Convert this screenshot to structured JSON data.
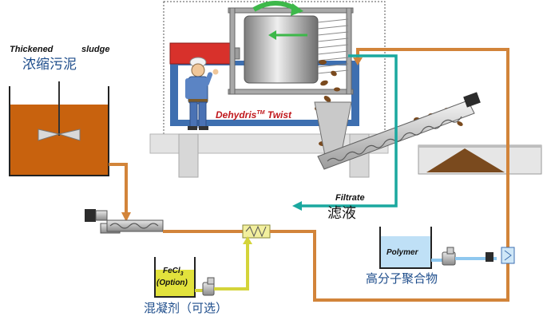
{
  "labels": {
    "thickened_sludge_word1": "Thickened",
    "thickened_sludge_word2": "sludge",
    "thickened_sludge_cn": "浓缩污泥",
    "machine_name": "Dehydris",
    "machine_tm": "TM",
    "machine_suffix": "Twist",
    "filtrate_en": "Filtrate",
    "filtrate_cn": "滤液",
    "polymer_en": "Polymer",
    "polymer_cn": "高分子聚合物",
    "fecl_formula": "FeCl",
    "fecl_subscript": "3",
    "fecl_option": "(Option)",
    "coagulant_cn": "混凝剂（可选）"
  },
  "colors": {
    "sludge": "#c8620e",
    "sludge_pipe": "#d2843a",
    "filtrate_pipe": "#1aa89f",
    "fecl_liquid": "#e2e23c",
    "fecl_pipe": "#d4d43a",
    "polymer_liquid": "#bfe0f6",
    "polymer_pipe": "#8fc8ef",
    "frame_blue": "#3e6fb0",
    "press_red": "#d8312b",
    "solids_brown": "#7a4a1e",
    "arrow_green": "#3db84a",
    "label_blue": "#1f4e8c"
  },
  "icons": [
    "mixer-icon",
    "pump-icon",
    "static-mixer-icon",
    "dosing-pump-icon",
    "worker-icon",
    "screw-conveyor-icon",
    "rotation-arrow-icon"
  ]
}
